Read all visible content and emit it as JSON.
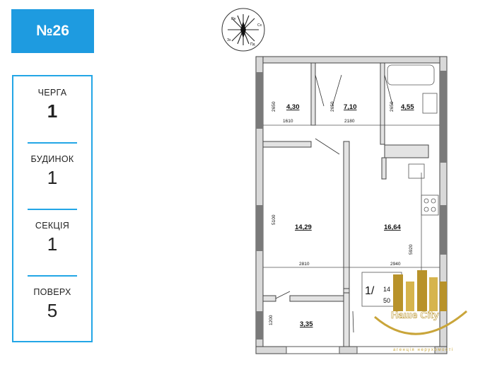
{
  "apartment": {
    "number": "№26"
  },
  "info": [
    {
      "label": "ЧЕРГА",
      "value": "1",
      "bold": true
    },
    {
      "label": "БУДИНОК",
      "value": "1",
      "bold": false
    },
    {
      "label": "СЕКЦІЯ",
      "value": "1",
      "bold": false
    },
    {
      "label": "ПОВЕРХ",
      "value": "5",
      "bold": false
    }
  ],
  "plan": {
    "rooms": [
      {
        "area": "4,30"
      },
      {
        "area": "7,10"
      },
      {
        "area": "4,55"
      },
      {
        "area": "14,29"
      },
      {
        "area": "16,64"
      },
      {
        "area": "3,35"
      }
    ],
    "dims": [
      "2650",
      "2650",
      "2650",
      "1610",
      "2180",
      "5100",
      "5920",
      "2810",
      "2940",
      "1200"
    ],
    "compass": [
      "Пн",
      "Сх",
      "Пд",
      "Зх"
    ],
    "stamp": [
      "1/",
      "14",
      "50"
    ]
  },
  "watermark": {
    "name": "Наше Сіty",
    "sub": "агенція нерухомості",
    "gold": "#c9a53a"
  }
}
